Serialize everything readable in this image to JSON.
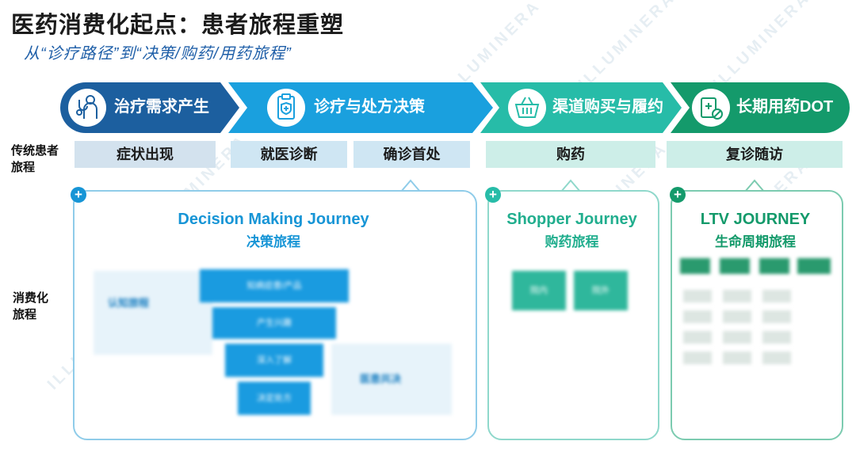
{
  "header": {
    "title": "医药消费化起点：患者旅程重塑",
    "subtitle": "从“诊疗路径”到“决策/购药/用药旅程”"
  },
  "phases": [
    {
      "label": "治疗需求产生",
      "icon": "doctor-stethoscope-icon"
    },
    {
      "label": "诊疗与处方决策",
      "icon": "prescription-clipboard-icon"
    },
    {
      "label": "渠道购买与履约",
      "icon": "shopping-basket-icon"
    },
    {
      "label": "长期用药DOT",
      "icon": "medicine-pills-icon"
    }
  ],
  "row_labels": {
    "traditional": "传统患者\n旅程",
    "consumer": "消费化\n旅程"
  },
  "stages": [
    "症状出现",
    "就医诊断",
    "确诊首处",
    "购药",
    "复诊随访"
  ],
  "panels": {
    "decision": {
      "title": "Decision Making Journey",
      "subtitle": "决策旅程",
      "left_label": "认知旅程",
      "left_sub": "",
      "funnel": [
        "知病症患/产品",
        "产生兴趣",
        "深入了解",
        "决定处方"
      ],
      "right_label": "医患共决"
    },
    "shopper": {
      "title": "Shopper Journey",
      "subtitle": "购药旅程",
      "buttons": [
        "院内",
        "院外"
      ],
      "caption": "",
      "footer": ""
    },
    "ltv": {
      "title": "LTV JOURNEY",
      "subtitle": "生命周期旅程",
      "footer_line1": "",
      "footer_line2": ""
    }
  },
  "watermark": "ILLUMINERA",
  "colors": {
    "phase1": "#1c5f9f",
    "phase2": "#1aa0de",
    "phase3": "#27bca8",
    "phase4": "#149a6b",
    "stage_blue": "#cfe6f3",
    "stage_teal": "#cdeee8",
    "decision_title": "#1795d6",
    "teal_title": "#21ae8e"
  }
}
